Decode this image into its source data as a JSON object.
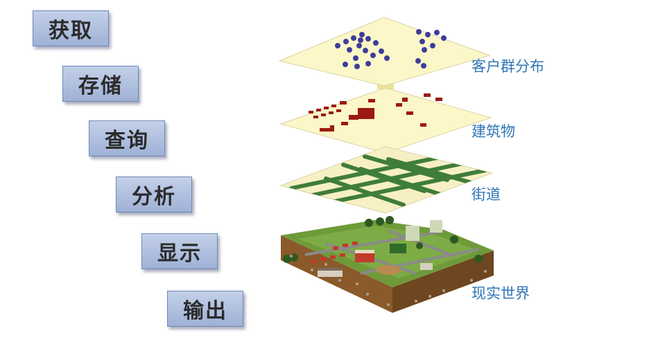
{
  "steps": [
    "获取",
    "存储",
    "查询",
    "分析",
    "显示",
    "输出"
  ],
  "layers": [
    "客户群分布",
    "建筑物",
    "街道",
    "现实世界"
  ],
  "colors": {
    "step_fill": "#b3c3e2",
    "label_text": "#2e75b6",
    "plane_fill": "#fbf7c8",
    "building": "#9b1b10",
    "street": "#3f7d3a",
    "pin": "#3d3d9a"
  }
}
